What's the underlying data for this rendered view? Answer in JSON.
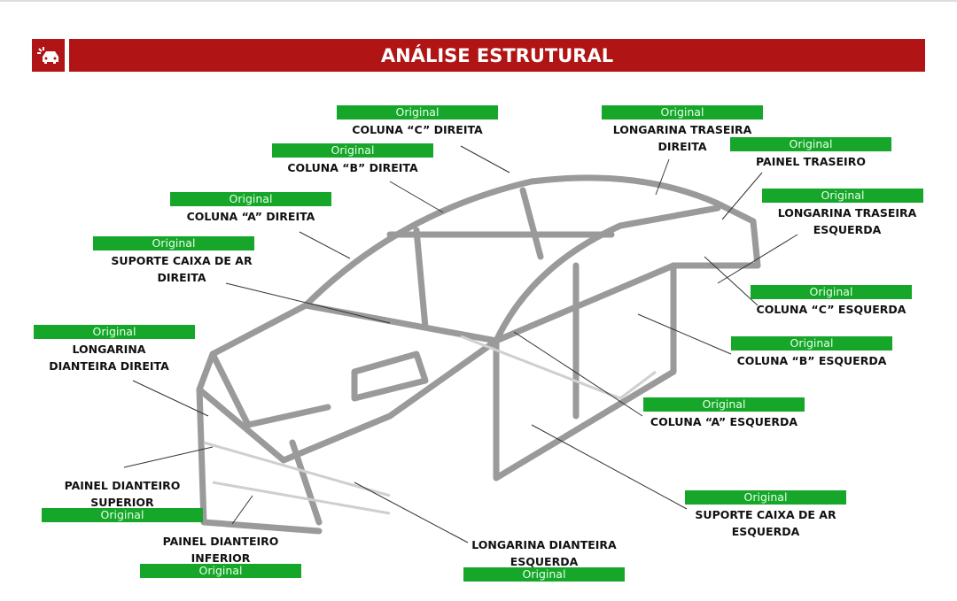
{
  "header": {
    "title": "ANÁLISE ESTRUTURAL",
    "icon": "car-crash-icon"
  },
  "status_color": "#16a62a",
  "brand_color": "#b11414",
  "components": [
    {
      "name": "COLUNA “C” DIREITA",
      "status": "Original"
    },
    {
      "name": "LONGARINA TRASEIRA",
      "name2": "DIREITA",
      "status": "Original"
    },
    {
      "name": "PAINEL TRASEIRO",
      "status": "Original"
    },
    {
      "name": "LONGARINA TRASEIRA",
      "name2": "ESQUERDA",
      "status": "Original"
    },
    {
      "name": "COLUNA “B” DIREITA",
      "status": "Original"
    },
    {
      "name": "COLUNA “A” DIREITA",
      "status": "Original"
    },
    {
      "name": "SUPORTE CAIXA DE AR",
      "name2": "DIREITA",
      "status": "Original"
    },
    {
      "name": "LONGARINA",
      "name2": "DIANTEIRA DIREITA",
      "status": "Original"
    },
    {
      "name": "COLUNA “C” ESQUERDA",
      "status": "Original"
    },
    {
      "name": "COLUNA “B” ESQUERDA",
      "status": "Original"
    },
    {
      "name": "COLUNA “A” ESQUERDA",
      "status": "Original"
    },
    {
      "name": "SUPORTE CAIXA DE AR",
      "name2": "ESQUERDA",
      "status": "Original"
    },
    {
      "name": "PAINEL DIANTEIRO",
      "name2": "SUPERIOR",
      "status": "Original"
    },
    {
      "name": "PAINEL DIANTEIRO",
      "name2": "INFERIOR",
      "status": "Original"
    },
    {
      "name": "LONGARINA DIANTEIRA",
      "name2": "ESQUERDA",
      "status": "Original"
    }
  ]
}
